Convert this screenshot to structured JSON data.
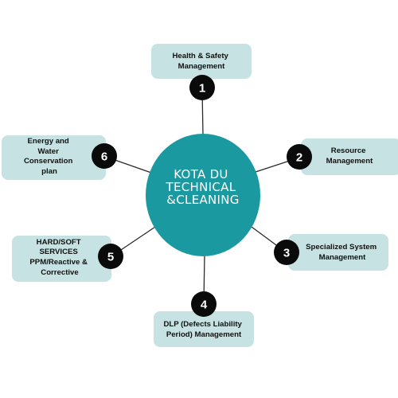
{
  "center": {
    "lines": [
      "KOTA DU",
      "TECHNICAL",
      "&CLEANING"
    ]
  },
  "items": [
    {
      "number": "1",
      "lines": [
        "Health & Safety",
        "Management"
      ]
    },
    {
      "number": "2",
      "lines": [
        "Resource",
        "Management"
      ]
    },
    {
      "number": "3",
      "lines": [
        "Specialized System",
        "Management"
      ]
    },
    {
      "number": "4",
      "lines": [
        "DLP (Defects Liability",
        "Period) Management"
      ]
    },
    {
      "number": "5",
      "lines": [
        "HARD/SOFT",
        "SERVICES",
        "PPM/Reactive &",
        "Corrective"
      ]
    },
    {
      "number": "6",
      "lines": [
        "Energy and",
        "Water",
        "Conservation",
        "plan"
      ]
    }
  ],
  "colors": {
    "center_fill": "#1a9aa0",
    "box_fill": "#c6e2e2",
    "badge_fill": "#0a0a0a",
    "line": "#2a2a2a"
  }
}
